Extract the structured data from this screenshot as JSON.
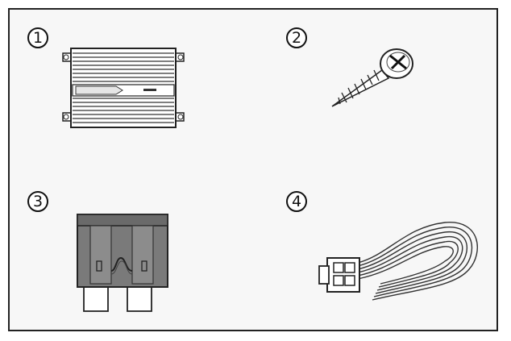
{
  "items": [
    {
      "number": "1",
      "icon": "amplifier-icon"
    },
    {
      "number": "2",
      "icon": "screw-icon"
    },
    {
      "number": "3",
      "icon": "blade-fuse-icon"
    },
    {
      "number": "4",
      "icon": "wire-harness-connector-icon"
    }
  ],
  "colors": {
    "frame": "#222222",
    "background": "#f7f7f7",
    "fuse_body": "#7a7a7a"
  }
}
